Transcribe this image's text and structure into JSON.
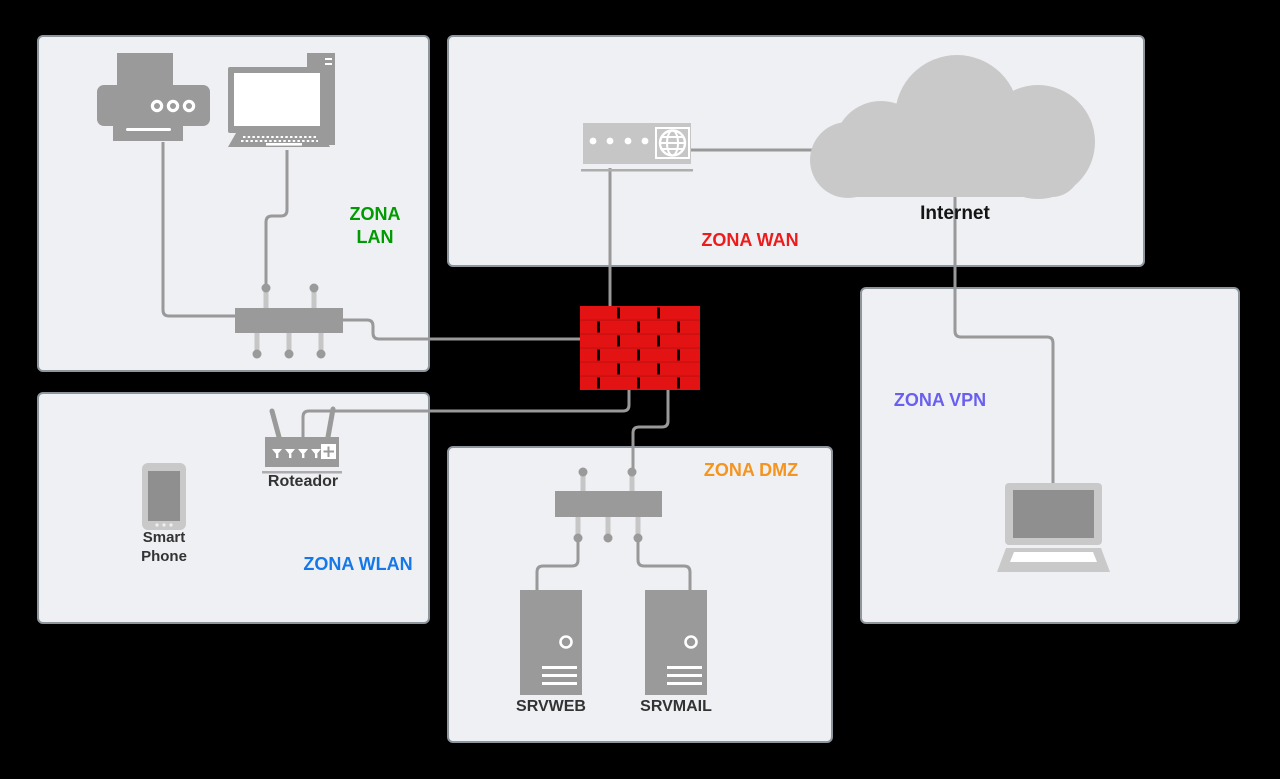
{
  "zones": {
    "lan": {
      "label": "ZONA\nLAN",
      "color": "#009B00"
    },
    "wan": {
      "label": "ZONA WAN",
      "color": "#ED1C1C"
    },
    "wlan": {
      "label": "ZONA WLAN",
      "color": "#1478E8"
    },
    "dmz": {
      "label": "ZONA DMZ",
      "color": "#F5941F"
    },
    "vpn": {
      "label": "ZONA VPN",
      "color": "#6A5FEF"
    }
  },
  "nodes": {
    "internet": {
      "label": "Internet",
      "icon": "cloud-icon"
    },
    "roteador": {
      "label": "Roteador",
      "icon": "wireless-router-icon"
    },
    "smartphone": {
      "label": "Smart\nPhone",
      "icon": "smartphone-icon"
    },
    "srvweb": {
      "label": "SRVWEB",
      "icon": "server-icon"
    },
    "srvmail": {
      "label": "SRVMAIL",
      "icon": "server-icon"
    },
    "printer": {
      "icon": "printer-icon"
    },
    "desktop": {
      "icon": "desktop-computer-icon"
    },
    "lan_switch": {
      "icon": "switch-icon"
    },
    "dmz_switch": {
      "icon": "switch-icon"
    },
    "wan_modem": {
      "icon": "modem-icon"
    },
    "firewall": {
      "icon": "firewall-brick-wall-icon"
    },
    "vpn_laptop": {
      "icon": "laptop-icon"
    }
  },
  "connections": [
    {
      "from": "printer",
      "to": "lan_switch"
    },
    {
      "from": "desktop",
      "to": "lan_switch"
    },
    {
      "from": "lan_switch",
      "to": "firewall"
    },
    {
      "from": "wan_modem",
      "to": "firewall"
    },
    {
      "from": "wan_modem",
      "to": "internet"
    },
    {
      "from": "internet",
      "to": "vpn_laptop"
    },
    {
      "from": "roteador",
      "to": "firewall"
    },
    {
      "from": "firewall",
      "to": "dmz_switch"
    },
    {
      "from": "dmz_switch",
      "to": "srvweb"
    },
    {
      "from": "dmz_switch",
      "to": "srvmail"
    }
  ],
  "colors": {
    "background": "#000000",
    "zone_fill": "#EEF0F3",
    "zone_border": "#8D959D",
    "device_gray": "#9A9A9A",
    "light_device_gray": "#C9C9C9",
    "screen_gray": "#8F8F8F",
    "line_gray": "#999999",
    "pin_stem_gray": "#C6C6C6",
    "firewall_red": "#E41313"
  }
}
